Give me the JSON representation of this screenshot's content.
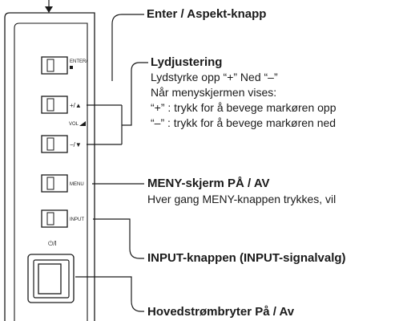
{
  "buttons": {
    "enter_label": "ENTER/",
    "vol_plus_label": "+/▲",
    "vol_label": "VOL",
    "vol_minus_label": "−/▼",
    "menu_label": "MENU",
    "input_label": "INPUT",
    "power_symbol": "⏻/I"
  },
  "callouts": {
    "enter": {
      "title": "Enter / Aspekt-knapp"
    },
    "sound": {
      "title": "Lydjustering",
      "lines": [
        "Lydstyrke opp “+” Ned “–”",
        "Når menyskjermen vises:",
        "“+” : trykk for å bevege markøren opp",
        "“–” : trykk for å bevege markøren ned"
      ]
    },
    "menu": {
      "title": "MENY-skjerm PÅ / AV",
      "line": "Hver gang MENY-knappen trykkes, vil"
    },
    "input": {
      "title": "INPUT-knappen (INPUT-signalvalg)"
    },
    "power": {
      "title": "Hovedstrømbryter På / Av"
    }
  }
}
